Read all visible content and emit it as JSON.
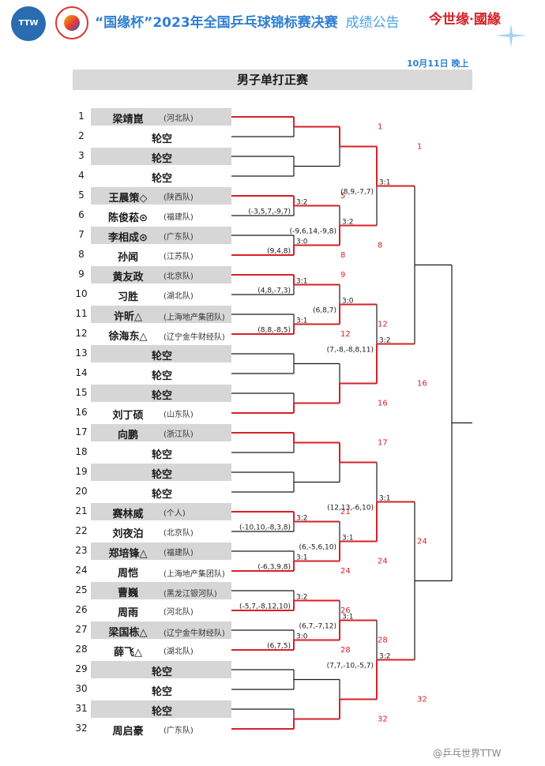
{
  "header": {
    "logo_text": "TTW",
    "title": "“国缘杯”2023年全国乒乓球锦标赛决赛",
    "subtitle": "成绩公告",
    "brand": "今世缘·國緣"
  },
  "date": "10月11日 晚上",
  "event": "男子单打正赛",
  "colors": {
    "winner": "#d6212a",
    "loser": "#1a1a1a"
  },
  "bye_label": "轮空",
  "players": [
    {
      "no": "1",
      "name": "梁靖崑",
      "team": "(河北队)"
    },
    {
      "no": "2",
      "name": "",
      "team": "",
      "bye": true
    },
    {
      "no": "3",
      "name": "",
      "team": "",
      "bye": true
    },
    {
      "no": "4",
      "name": "",
      "team": "",
      "bye": true
    },
    {
      "no": "5",
      "name": "王晨策◇",
      "team": "(陕西队)"
    },
    {
      "no": "6",
      "name": "陈俊菘⊙",
      "team": "(福建队)"
    },
    {
      "no": "7",
      "name": "李相成⊙",
      "team": "(广东队)"
    },
    {
      "no": "8",
      "name": "孙闻",
      "team": "(江苏队)"
    },
    {
      "no": "9",
      "name": "黄友政",
      "team": "(北京队)"
    },
    {
      "no": "10",
      "name": "习胜",
      "team": "(湖北队)"
    },
    {
      "no": "11",
      "name": "许昕△",
      "team": "(上海地产集团队)"
    },
    {
      "no": "12",
      "name": "徐海东△",
      "team": "(辽宁金牛财经队)"
    },
    {
      "no": "13",
      "name": "",
      "team": "",
      "bye": true
    },
    {
      "no": "14",
      "name": "",
      "team": "",
      "bye": true
    },
    {
      "no": "15",
      "name": "",
      "team": "",
      "bye": true
    },
    {
      "no": "16",
      "name": "刘丁硕",
      "team": "(山东队)"
    },
    {
      "no": "17",
      "name": "向鹏",
      "team": "(浙江队)"
    },
    {
      "no": "18",
      "name": "",
      "team": "",
      "bye": true
    },
    {
      "no": "19",
      "name": "",
      "team": "",
      "bye": true
    },
    {
      "no": "20",
      "name": "",
      "team": "",
      "bye": true
    },
    {
      "no": "21",
      "name": "赛林威",
      "team": "(个人)"
    },
    {
      "no": "22",
      "name": "刘夜泊",
      "team": "(北京队)"
    },
    {
      "no": "23",
      "name": "郑培锋△",
      "team": "(福建队)"
    },
    {
      "no": "24",
      "name": "周恺",
      "team": "(上海地产集团队)"
    },
    {
      "no": "25",
      "name": "曹巍",
      "team": "(黑龙江银河队)"
    },
    {
      "no": "26",
      "name": "周雨",
      "team": "(河北队)"
    },
    {
      "no": "27",
      "name": "梁国栋△",
      "team": "(辽宁金牛财经队)"
    },
    {
      "no": "28",
      "name": "薛飞△",
      "team": "(湖北队)"
    },
    {
      "no": "29",
      "name": "",
      "team": "",
      "bye": true
    },
    {
      "no": "30",
      "name": "",
      "team": "",
      "bye": true
    },
    {
      "no": "31",
      "name": "",
      "team": "",
      "bye": true
    },
    {
      "no": "32",
      "name": "周启豪",
      "team": "(广东队)"
    }
  ],
  "round1": [
    {
      "pair": [
        1,
        2
      ],
      "winner": 1,
      "score": "",
      "detail": ""
    },
    {
      "pair": [
        3,
        4
      ],
      "winner": 0,
      "score": "",
      "detail": ""
    },
    {
      "pair": [
        5,
        6
      ],
      "winner": 5,
      "score": "3:2",
      "detail": "(-3,5,7,-9,7)"
    },
    {
      "pair": [
        7,
        8
      ],
      "winner": 8,
      "score": "3:0",
      "detail": "(9,4,8)"
    },
    {
      "pair": [
        9,
        10
      ],
      "winner": 9,
      "score": "3:1",
      "detail": "(4,8,-7,3)"
    },
    {
      "pair": [
        11,
        12
      ],
      "winner": 12,
      "score": "3:1",
      "detail": "(8,8,-8,5)"
    },
    {
      "pair": [
        13,
        14
      ],
      "winner": 0,
      "score": "",
      "detail": ""
    },
    {
      "pair": [
        15,
        16
      ],
      "winner": 16,
      "score": "",
      "detail": ""
    },
    {
      "pair": [
        17,
        18
      ],
      "winner": 17,
      "score": "",
      "detail": ""
    },
    {
      "pair": [
        19,
        20
      ],
      "winner": 0,
      "score": "",
      "detail": ""
    },
    {
      "pair": [
        21,
        22
      ],
      "winner": 21,
      "score": "3:2",
      "detail": "(-10,10,-8,3,8)"
    },
    {
      "pair": [
        23,
        24
      ],
      "winner": 24,
      "score": "3:1",
      "detail": "(-6,3,9,8)"
    },
    {
      "pair": [
        25,
        26
      ],
      "winner": 26,
      "score": "3:2",
      "detail": "(-5,7,-8,12,10)"
    },
    {
      "pair": [
        27,
        28
      ],
      "winner": 28,
      "score": "3:0",
      "detail": "(6,7,5)"
    },
    {
      "pair": [
        29,
        30
      ],
      "winner": 0,
      "score": "",
      "detail": ""
    },
    {
      "pair": [
        31,
        32
      ],
      "winner": 32,
      "score": "",
      "detail": ""
    }
  ],
  "round2": [
    {
      "winner": 1,
      "top_wins": true,
      "score": "",
      "detail": ""
    },
    {
      "winner": 8,
      "top_wins": false,
      "score": "3:2",
      "detail": "(-9,6,14,-9,8)"
    },
    {
      "winner": 12,
      "top_wins": false,
      "score": "3:0",
      "detail": "(6,8,7)"
    },
    {
      "winner": 16,
      "top_wins": false,
      "score": "",
      "detail": ""
    },
    {
      "winner": 17,
      "top_wins": true,
      "score": "",
      "detail": ""
    },
    {
      "winner": 24,
      "top_wins": false,
      "score": "3:1",
      "detail": "(6,-5,6,10)"
    },
    {
      "winner": 28,
      "top_wins": false,
      "score": "3:1",
      "detail": "(6,7,-7,12)"
    },
    {
      "winner": 32,
      "top_wins": false,
      "score": "",
      "detail": ""
    }
  ],
  "round3": [
    {
      "winner": 1,
      "top_wins": true,
      "score": "3:1",
      "detail": "(8,9,-7,7)"
    },
    {
      "winner": 16,
      "top_wins": false,
      "score": "3:2",
      "detail": "(7,-8,-8,8,11)"
    },
    {
      "winner": 24,
      "top_wins": false,
      "score": "3:1",
      "detail": "(12,13,-6,10)"
    },
    {
      "winner": 32,
      "top_wins": false,
      "score": "3:2",
      "detail": "(7,7,-10,-5,7)"
    }
  ],
  "footer": "@乒乓世界TTW"
}
